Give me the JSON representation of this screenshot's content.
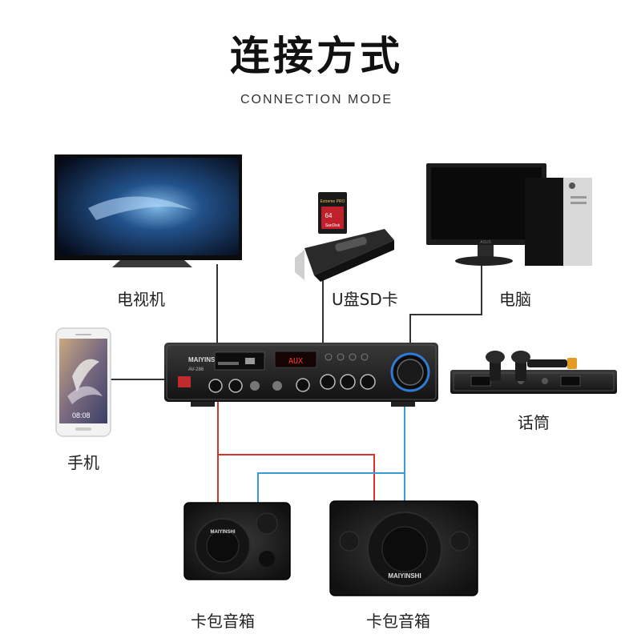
{
  "header": {
    "title": "连接方式",
    "subtitle": "CONNECTION MODE"
  },
  "devices": {
    "tv": {
      "label": "电视机",
      "icon": "tv-icon"
    },
    "usb_sd": {
      "label": "U盘SD卡",
      "icon": "usb-sd-icon",
      "sd_brand": "SanDisk",
      "sd_capacity": "64",
      "sd_line": "Extreme PRO"
    },
    "computer": {
      "label": "电脑",
      "icon": "computer-icon",
      "brand": "ASUS"
    },
    "phone": {
      "label": "手机",
      "icon": "phone-icon",
      "time": "08:08"
    },
    "microphone": {
      "label": "话筒",
      "icon": "wireless-mic-receiver-icon"
    },
    "speaker_left": {
      "label": "卡包音箱",
      "icon": "speaker-icon",
      "brand": "MAIYINSHI"
    },
    "speaker_right": {
      "label": "卡包音箱",
      "icon": "speaker-icon",
      "brand": "MAIYINSHI"
    },
    "amplifier": {
      "icon": "amplifier-icon",
      "brand": "MAIYINSHI",
      "model": "AV-286",
      "display": "AUX"
    }
  },
  "colors": {
    "left_channel_wire": "#d9332b",
    "right_channel_wire": "#3a9bd9",
    "signal_wire": "#333333"
  }
}
